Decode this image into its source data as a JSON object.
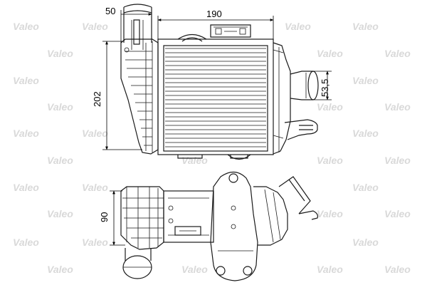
{
  "watermark": "Valeo",
  "dimensions": {
    "top_width": "50",
    "core_width": "190",
    "height": "202",
    "outlet": "53,5",
    "depth": "90"
  }
}
